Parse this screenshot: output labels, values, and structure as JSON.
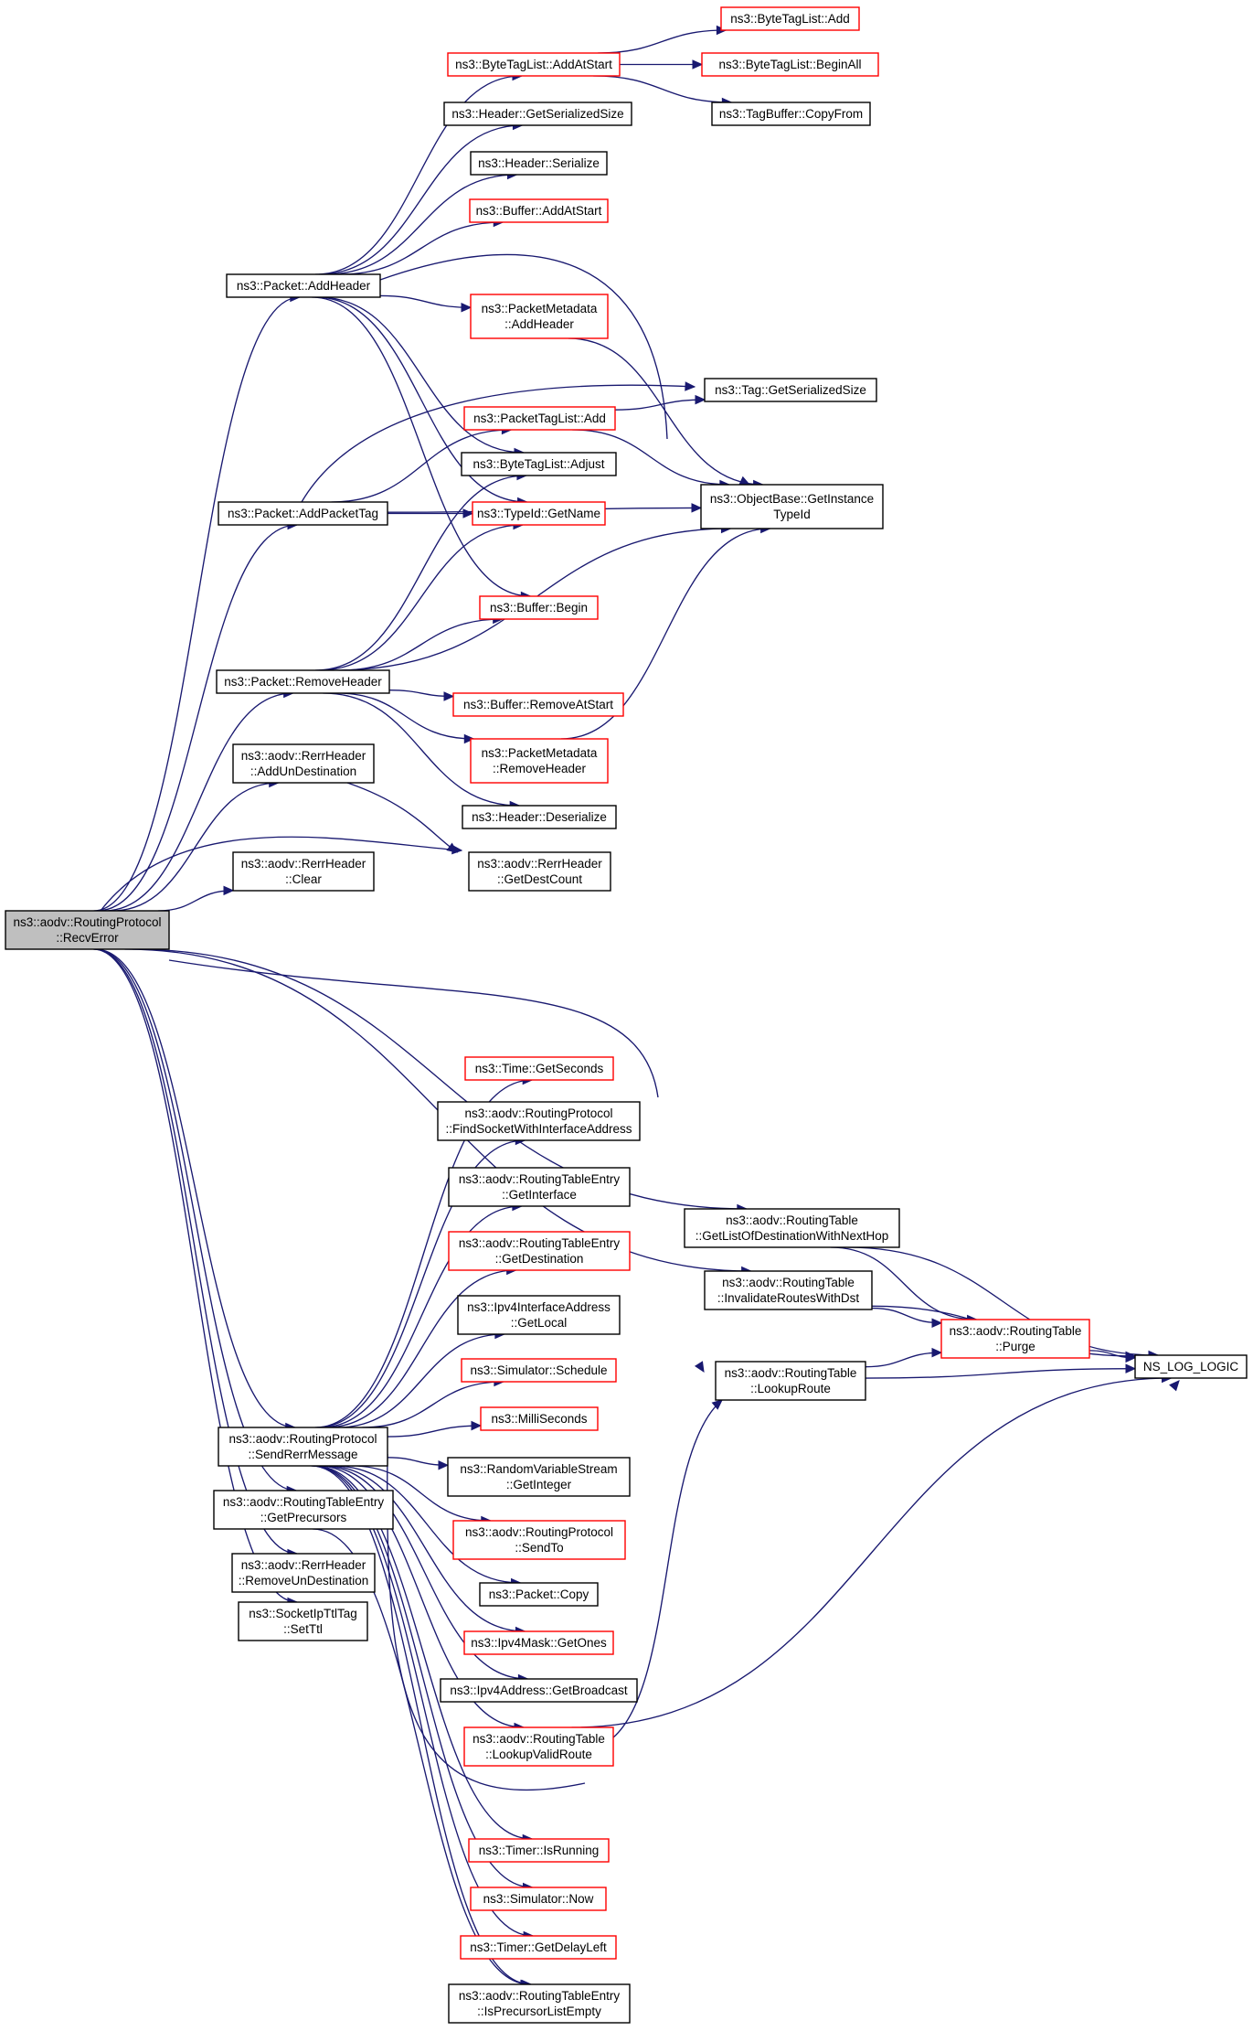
{
  "graph": {
    "kind": "call-graph",
    "colors": {
      "edge": "#191970",
      "root_fill": "#bfbfbf",
      "normal_border": "#000000",
      "truncated_border": "#ff0000",
      "node_fill": "#ffffff"
    },
    "nodes": [
      {
        "id": "n0",
        "lines": [
          "ns3::aodv::RoutingProtocol",
          "::RecvError"
        ],
        "style": "root"
      },
      {
        "id": "n1",
        "lines": [
          "ns3::Packet::AddHeader"
        ],
        "style": "normal"
      },
      {
        "id": "n2",
        "lines": [
          "ns3::ByteTagList::AddAtStart"
        ],
        "style": "truncated"
      },
      {
        "id": "n3",
        "lines": [
          "ns3::ByteTagList::Add"
        ],
        "style": "truncated"
      },
      {
        "id": "n4",
        "lines": [
          "ns3::ByteTagList::BeginAll"
        ],
        "style": "truncated"
      },
      {
        "id": "n5",
        "lines": [
          "ns3::TagBuffer::CopyFrom"
        ],
        "style": "normal"
      },
      {
        "id": "n6",
        "lines": [
          "ns3::Header::GetSerializedSize"
        ],
        "style": "normal"
      },
      {
        "id": "n7",
        "lines": [
          "ns3::Header::Serialize"
        ],
        "style": "normal"
      },
      {
        "id": "n8",
        "lines": [
          "ns3::Buffer::AddAtStart"
        ],
        "style": "truncated"
      },
      {
        "id": "n9",
        "lines": [
          "ns3::PacketMetadata",
          "::AddHeader"
        ],
        "style": "truncated"
      },
      {
        "id": "n10",
        "lines": [
          "ns3::ObjectBase::GetInstance",
          "TypeId"
        ],
        "style": "normal"
      },
      {
        "id": "n11",
        "lines": [
          "ns3::Tag::GetSerializedSize"
        ],
        "style": "normal"
      },
      {
        "id": "n12",
        "lines": [
          "ns3::PacketTagList::Add"
        ],
        "style": "truncated"
      },
      {
        "id": "n13",
        "lines": [
          "ns3::ByteTagList::Adjust"
        ],
        "style": "normal"
      },
      {
        "id": "n14",
        "lines": [
          "ns3::Packet::AddPacketTag"
        ],
        "style": "normal"
      },
      {
        "id": "n15",
        "lines": [
          "ns3::TypeId::GetName"
        ],
        "style": "truncated"
      },
      {
        "id": "n16",
        "lines": [
          "ns3::Buffer::Begin"
        ],
        "style": "truncated"
      },
      {
        "id": "n17",
        "lines": [
          "ns3::Packet::RemoveHeader"
        ],
        "style": "normal"
      },
      {
        "id": "n18",
        "lines": [
          "ns3::Buffer::RemoveAtStart"
        ],
        "style": "truncated"
      },
      {
        "id": "n19",
        "lines": [
          "ns3::PacketMetadata",
          "::RemoveHeader"
        ],
        "style": "truncated"
      },
      {
        "id": "n20",
        "lines": [
          "ns3::aodv::RerrHeader",
          "::AddUnDestination"
        ],
        "style": "normal"
      },
      {
        "id": "n21",
        "lines": [
          "ns3::Header::Deserialize"
        ],
        "style": "normal"
      },
      {
        "id": "n22",
        "lines": [
          "ns3::aodv::RerrHeader",
          "::GetDestCount"
        ],
        "style": "normal"
      },
      {
        "id": "n23",
        "lines": [
          "ns3::aodv::RerrHeader",
          "::Clear"
        ],
        "style": "normal"
      },
      {
        "id": "n24",
        "lines": [
          "ns3::Time::GetSeconds"
        ],
        "style": "truncated"
      },
      {
        "id": "n25",
        "lines": [
          "ns3::aodv::RoutingProtocol",
          "::FindSocketWithInterfaceAddress"
        ],
        "style": "normal"
      },
      {
        "id": "n26",
        "lines": [
          "ns3::aodv::RoutingTableEntry",
          "::GetInterface"
        ],
        "style": "normal"
      },
      {
        "id": "n27",
        "lines": [
          "ns3::aodv::RoutingTableEntry",
          "::GetDestination"
        ],
        "style": "truncated"
      },
      {
        "id": "n28",
        "lines": [
          "ns3::Ipv4InterfaceAddress",
          "::GetLocal"
        ],
        "style": "normal"
      },
      {
        "id": "n29",
        "lines": [
          "ns3::Simulator::Schedule"
        ],
        "style": "truncated"
      },
      {
        "id": "n30",
        "lines": [
          "ns3::MilliSeconds"
        ],
        "style": "truncated"
      },
      {
        "id": "n31",
        "lines": [
          "ns3::aodv::RoutingProtocol",
          "::SendRerrMessage"
        ],
        "style": "normal"
      },
      {
        "id": "n32",
        "lines": [
          "ns3::RandomVariableStream",
          "::GetInteger"
        ],
        "style": "normal"
      },
      {
        "id": "n33",
        "lines": [
          "ns3::aodv::RoutingProtocol",
          "::SendTo"
        ],
        "style": "truncated"
      },
      {
        "id": "n34",
        "lines": [
          "ns3::Packet::Copy"
        ],
        "style": "normal"
      },
      {
        "id": "n35",
        "lines": [
          "ns3::Ipv4Mask::GetOnes"
        ],
        "style": "truncated"
      },
      {
        "id": "n36",
        "lines": [
          "ns3::Ipv4Address::GetBroadcast"
        ],
        "style": "normal"
      },
      {
        "id": "n37",
        "lines": [
          "ns3::aodv::RoutingTable",
          "::LookupValidRoute"
        ],
        "style": "truncated"
      },
      {
        "id": "n38",
        "lines": [
          "ns3::Timer::IsRunning"
        ],
        "style": "truncated"
      },
      {
        "id": "n39",
        "lines": [
          "ns3::Simulator::Now"
        ],
        "style": "truncated"
      },
      {
        "id": "n40",
        "lines": [
          "ns3::Timer::GetDelayLeft"
        ],
        "style": "truncated"
      },
      {
        "id": "n41",
        "lines": [
          "ns3::aodv::RoutingTableEntry",
          "::IsPrecursorListEmpty"
        ],
        "style": "normal"
      },
      {
        "id": "n42",
        "lines": [
          "ns3::aodv::RoutingTableEntry",
          "::GetPrecursors"
        ],
        "style": "normal"
      },
      {
        "id": "n43",
        "lines": [
          "ns3::aodv::RerrHeader",
          "::RemoveUnDestination"
        ],
        "style": "normal"
      },
      {
        "id": "n44",
        "lines": [
          "ns3::SocketIpTtlTag",
          "::SetTtl"
        ],
        "style": "normal"
      },
      {
        "id": "n45",
        "lines": [
          "ns3::aodv::RoutingTable",
          "::GetListOfDestinationWithNextHop"
        ],
        "style": "normal"
      },
      {
        "id": "n46",
        "lines": [
          "ns3::aodv::RoutingTable",
          "::InvalidateRoutesWithDst"
        ],
        "style": "normal"
      },
      {
        "id": "n47",
        "lines": [
          "ns3::aodv::RoutingTable",
          "::Purge"
        ],
        "style": "truncated"
      },
      {
        "id": "n48",
        "lines": [
          "NS_LOG_LOGIC"
        ],
        "style": "normal"
      },
      {
        "id": "n49",
        "lines": [
          "ns3::aodv::RoutingTable",
          "::LookupRoute"
        ],
        "style": "normal"
      }
    ],
    "edges": [
      [
        "n0",
        "n1"
      ],
      [
        "n0",
        "n14"
      ],
      [
        "n0",
        "n17"
      ],
      [
        "n0",
        "n20"
      ],
      [
        "n0",
        "n22"
      ],
      [
        "n0",
        "n23"
      ],
      [
        "n0",
        "n45"
      ],
      [
        "n0",
        "n46"
      ],
      [
        "n0",
        "n49"
      ],
      [
        "n0",
        "n31"
      ],
      [
        "n0",
        "n42"
      ],
      [
        "n0",
        "n43"
      ],
      [
        "n0",
        "n44"
      ],
      [
        "n1",
        "n2"
      ],
      [
        "n1",
        "n6"
      ],
      [
        "n1",
        "n7"
      ],
      [
        "n1",
        "n8"
      ],
      [
        "n1",
        "n9"
      ],
      [
        "n1",
        "n10"
      ],
      [
        "n1",
        "n13"
      ],
      [
        "n1",
        "n15"
      ],
      [
        "n1",
        "n16"
      ],
      [
        "n2",
        "n3"
      ],
      [
        "n2",
        "n4"
      ],
      [
        "n2",
        "n5"
      ],
      [
        "n9",
        "n10"
      ],
      [
        "n12",
        "n11"
      ],
      [
        "n12",
        "n10"
      ],
      [
        "n14",
        "n11"
      ],
      [
        "n14",
        "n12"
      ],
      [
        "n14",
        "n15"
      ],
      [
        "n14",
        "n10"
      ],
      [
        "n17",
        "n13"
      ],
      [
        "n17",
        "n15"
      ],
      [
        "n17",
        "n16"
      ],
      [
        "n17",
        "n10"
      ],
      [
        "n17",
        "n18"
      ],
      [
        "n17",
        "n19"
      ],
      [
        "n17",
        "n21"
      ],
      [
        "n19",
        "n10"
      ],
      [
        "n20",
        "n22"
      ],
      [
        "n31",
        "n24"
      ],
      [
        "n31",
        "n25"
      ],
      [
        "n31",
        "n26"
      ],
      [
        "n31",
        "n27"
      ],
      [
        "n31",
        "n28"
      ],
      [
        "n31",
        "n29"
      ],
      [
        "n31",
        "n30"
      ],
      [
        "n31",
        "n32"
      ],
      [
        "n31",
        "n33"
      ],
      [
        "n31",
        "n34"
      ],
      [
        "n31",
        "n35"
      ],
      [
        "n31",
        "n36"
      ],
      [
        "n31",
        "n37"
      ],
      [
        "n31",
        "n48"
      ],
      [
        "n31",
        "n38"
      ],
      [
        "n31",
        "n39"
      ],
      [
        "n31",
        "n40"
      ],
      [
        "n31",
        "n41"
      ],
      [
        "n42",
        "n41"
      ],
      [
        "n37",
        "n49"
      ],
      [
        "n37",
        "n48"
      ],
      [
        "n45",
        "n47"
      ],
      [
        "n45",
        "n48"
      ],
      [
        "n46",
        "n47"
      ],
      [
        "n46",
        "n48"
      ],
      [
        "n47",
        "n48"
      ],
      [
        "n49",
        "n47"
      ],
      [
        "n49",
        "n48"
      ]
    ]
  }
}
